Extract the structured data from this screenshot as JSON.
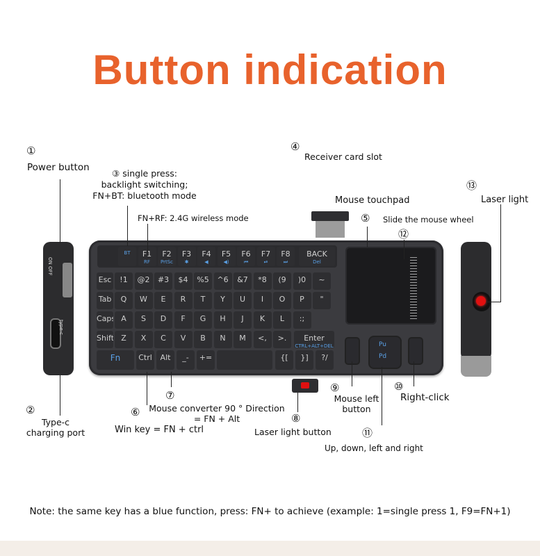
{
  "title": "Button indication",
  "labels": {
    "n1": "①",
    "power": "Power button",
    "n2": "②",
    "typec1": "Type-c",
    "typec2": "charging port",
    "n3": "③",
    "single1": "single press:",
    "single2": "backlight switching;",
    "single3": "FN+BT: bluetooth mode",
    "fnrf": "FN+RF: 2.4G wireless mode",
    "n4": "④",
    "receiver": "Receiver card slot",
    "touchpad": "Mouse touchpad",
    "n5": "⑤",
    "slide": "Slide the mouse wheel",
    "n12": "⑫",
    "n13": "⑬",
    "laser": "Laser light",
    "n6": "⑥",
    "win": "Win key = FN + ctrl",
    "n7": "⑦",
    "mouse_conv1": "Mouse converter 90 ° Direction",
    "mouse_conv2": "= FN + Alt",
    "n8": "⑧",
    "laser_btn": "Laser light button",
    "n9": "⑨",
    "left1": "Mouse left",
    "left2": "button",
    "n10": "⑩",
    "right": "Right-click",
    "n11": "⑪",
    "arrows": "Up, down, left and right"
  },
  "side_labels": {
    "on_off": "ON  OFF",
    "typec": "type-c"
  },
  "keyboard": {
    "fn_keys": [
      {
        "k": "",
        "s": "BT"
      },
      {
        "k": "F1",
        "s": "RF"
      },
      {
        "k": "F2",
        "s": "PrtSc"
      },
      {
        "k": "F3",
        "s": "✱"
      },
      {
        "k": "F4",
        "s": "◀"
      },
      {
        "k": "F5",
        "s": "◀)"
      },
      {
        "k": "F6",
        "s": "⏮"
      },
      {
        "k": "F7",
        "s": "⏯"
      },
      {
        "k": "F8",
        "s": "⏭"
      }
    ],
    "back": "BACK",
    "del": "Del",
    "row1": [
      "Esc",
      "!1",
      "@2",
      "#3",
      "$4",
      "%5",
      "^6",
      "&7",
      "*8",
      "(9",
      ")0",
      "~"
    ],
    "row2": [
      "Tab",
      "Q",
      "W",
      "E",
      "R",
      "T",
      "Y",
      "U",
      "I",
      "O",
      "P",
      "\""
    ],
    "row3": [
      "Caps",
      "A",
      "S",
      "D",
      "F",
      "G",
      "H",
      "J",
      "K",
      "L",
      ":;"
    ],
    "row4": [
      "Shift",
      "Z",
      "X",
      "C",
      "V",
      "B",
      "N",
      "M",
      "<,",
      ">."
    ],
    "enter": "Enter",
    "enter_sub": "CTRL+ALT+DEL",
    "row5": [
      "Fn",
      "Ctrl",
      "Alt",
      "_-",
      "+="
    ],
    "brackets": [
      "{[",
      "}]",
      "?/"
    ],
    "dpad": {
      "up": "Pu",
      "down": "Pd"
    }
  },
  "note": "Note: the same key has a blue function, press: FN+ to achieve (example: 1=single press 1, F9=FN+1)",
  "colors": {
    "title": "#e8622c",
    "blue_function": "#5aa0e6",
    "laser": "#e01010"
  }
}
